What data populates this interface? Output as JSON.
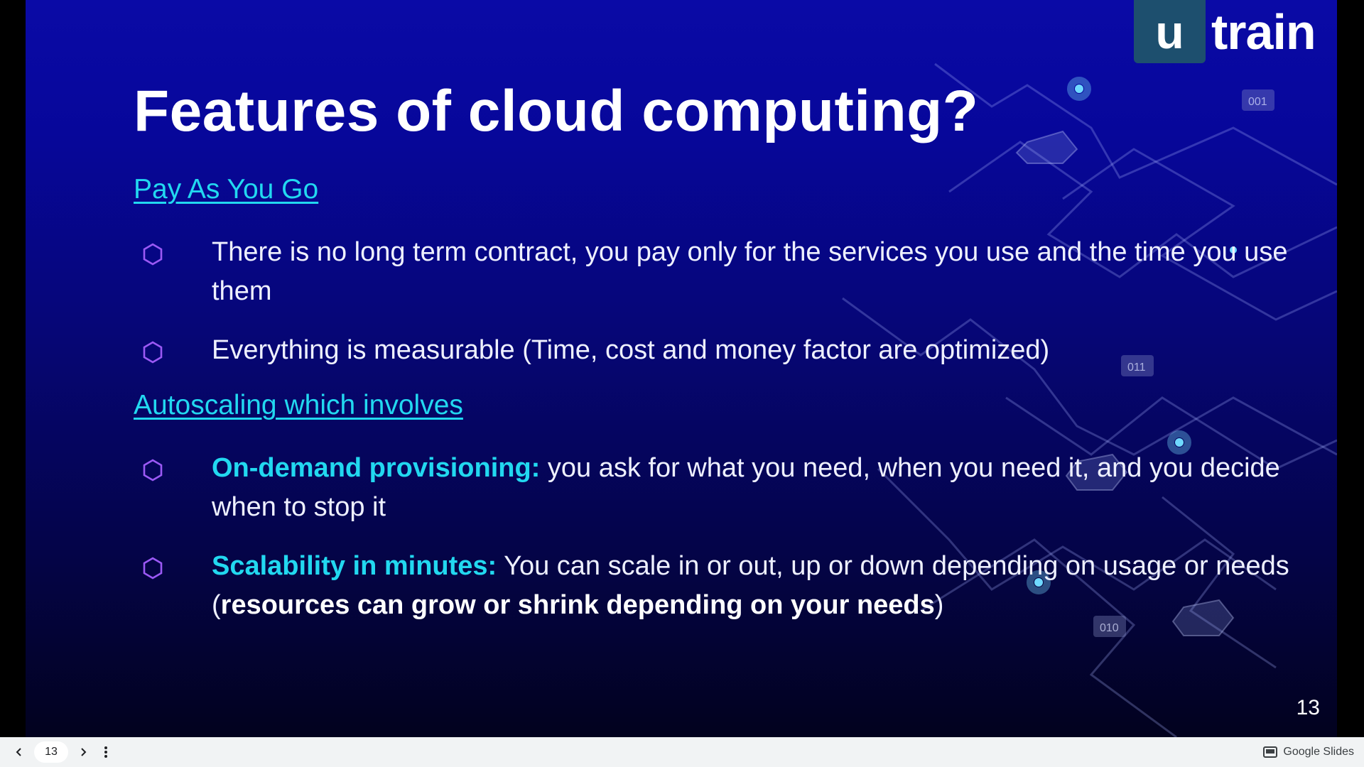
{
  "logo": {
    "mark": "u",
    "text": "train"
  },
  "slide": {
    "title": "Features of cloud computing?",
    "sections": [
      {
        "heading": "Pay As You Go",
        "bullets": [
          {
            "text": "There is no long term contract, you pay only for the services you use and the time you use them"
          },
          {
            "text": "Everything is measurable (Time, cost and money factor are optimized)"
          }
        ]
      },
      {
        "heading": "Autoscaling which involves",
        "bullets": [
          {
            "bold": "On-demand provisioning:",
            "text": " you ask for what you need, when you need it, and you decide when to stop it"
          },
          {
            "bold": "Scalability in minutes:",
            "text": " You can scale in or out, up or down depending on usage or needs (",
            "bold2": "resources can grow or shrink depending on your needs",
            "text2": ")"
          }
        ]
      }
    ],
    "deco_labels": [
      "001",
      "011",
      "010"
    ],
    "page_number": "13"
  },
  "toolbar": {
    "prev_icon": "chevron-left-icon",
    "current_page": "13",
    "next_icon": "chevron-right-icon",
    "more_icon": "more-vert-icon",
    "brand": "Google Slides"
  },
  "colors": {
    "accent": "#22d8f0",
    "bullet": "#9b59f5",
    "bg_top": "#0a0aa6",
    "bg_bottom": "#02021e"
  }
}
